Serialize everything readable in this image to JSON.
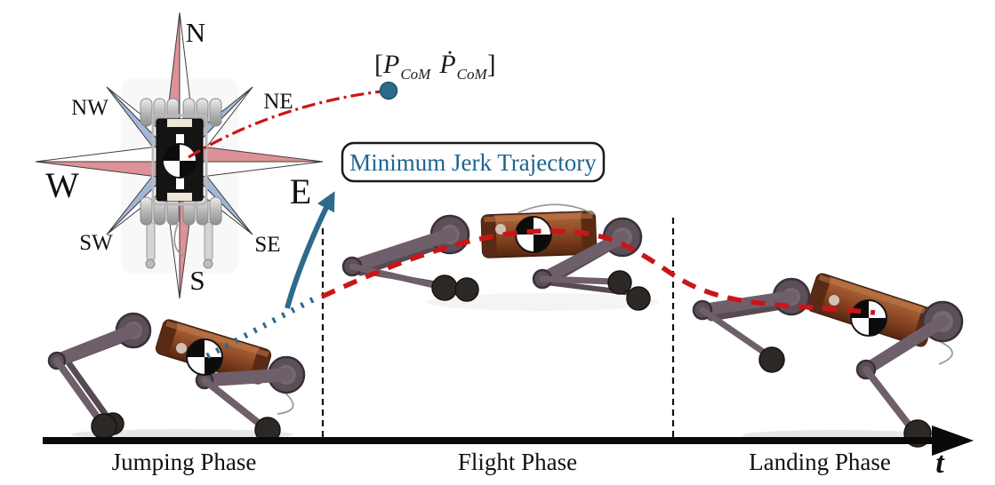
{
  "compass": {
    "n": "N",
    "ne": "NE",
    "e": "E",
    "se": "SE",
    "s": "S",
    "sw": "SW",
    "w": "W",
    "nw": "NW"
  },
  "annotations": {
    "trajectory_box": "Minimum Jerk Trajectory",
    "com_state": {
      "open_bracket": "[",
      "p": "P",
      "p_sub": "CoM",
      "p_dot": "Ṗ",
      "p_dot_sub": "CoM",
      "close_bracket": "]"
    }
  },
  "phases": {
    "jumping": "Jumping Phase",
    "flight": "Flight Phase",
    "landing": "Landing Phase"
  },
  "time_axis": "t",
  "colors": {
    "trajectory_red": "#cc1518",
    "annotation_teal": "#2c6b8c",
    "label_blue": "#1f6492",
    "compass_pink": "#dc9296",
    "compass_blue": "#a3b8d8",
    "robot_copper": "#8f4a26",
    "ground_black": "#0a0a0a",
    "ink": "#111111"
  }
}
